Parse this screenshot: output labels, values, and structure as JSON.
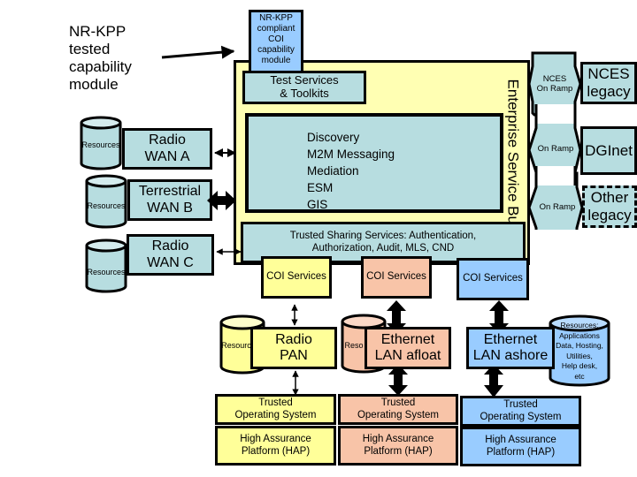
{
  "labels": {
    "nr_kpp_tested": [
      "NR-KPP",
      "tested",
      "capability",
      "module"
    ],
    "nr_kpp_compliant": [
      "NR-KPP",
      "compliant",
      "COI",
      "capability",
      "module"
    ],
    "test_services": [
      "Test Services",
      "& Toolkits"
    ],
    "core_services": [
      "Discovery",
      "M2M Messaging",
      "Mediation",
      "ESM",
      "GIS"
    ],
    "trusted_sharing": [
      "Trusted Sharing Services: Authentication,",
      "Authorization, Audit, MLS, CND"
    ],
    "esb": "Enterprise Service Bus"
  },
  "wan_networks": [
    {
      "resource": "Resources",
      "name": [
        "Radio",
        "WAN A"
      ]
    },
    {
      "resource": "Resources",
      "name": [
        "Terrestrial",
        "WAN B"
      ]
    },
    {
      "resource": "Resources",
      "name": [
        "Radio",
        "WAN C"
      ]
    }
  ],
  "on_ramps": [
    {
      "label": [
        "NCES",
        "On Ramp"
      ],
      "target": [
        "NCES",
        "legacy"
      ]
    },
    {
      "label": [
        "On Ramp"
      ],
      "target": [
        "DGInet"
      ]
    },
    {
      "label": [
        "On Ramp"
      ],
      "target": [
        "Other",
        "legacy"
      ]
    }
  ],
  "coi_columns": [
    {
      "color": "#ffff99",
      "coi": "COI Services",
      "resource": "Resourc",
      "lan": [
        "Radio",
        "PAN"
      ],
      "tos": [
        "Trusted",
        "Operating System"
      ],
      "hap": [
        "High Assurance",
        "Platform (HAP)"
      ]
    },
    {
      "color": "#f8c4a8",
      "coi": "COI Services",
      "resource": "Reso",
      "lan": [
        "Ethernet",
        "LAN afloat"
      ],
      "tos": [
        "Trusted",
        "Operating System"
      ],
      "hap": [
        "High Assurance",
        "Platform (HAP)"
      ]
    },
    {
      "color": "#99ccff",
      "coi": "COI Services",
      "resource": "",
      "lan": [
        "Ethernet",
        "LAN ashore"
      ],
      "tos": [
        "Trusted",
        "Operating System"
      ],
      "hap": [
        "High Assurance",
        "Platform (HAP)"
      ]
    }
  ],
  "ashore_resources": [
    "Resources:",
    "Applications",
    "Data, Hosting,",
    "Utilities,",
    "Help desk,",
    "etc"
  ],
  "colors": {
    "teal": "#b7dde0",
    "esb_yellow": "#ffffb3",
    "yellow": "#ffff99",
    "salmon": "#f8c4a8",
    "blue": "#99ccff"
  }
}
